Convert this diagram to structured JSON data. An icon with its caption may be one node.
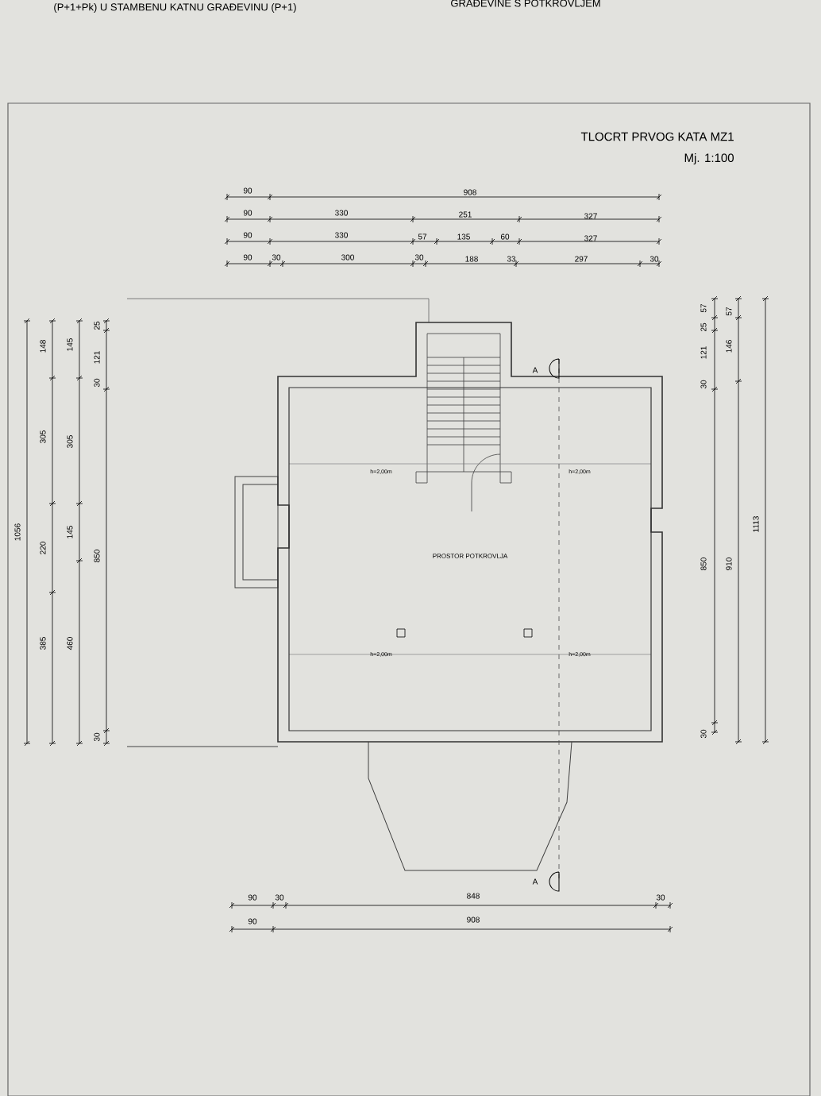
{
  "diagram": {
    "nodes": [
      {
        "text": [
          "PROSTOR POTKROVLJA"
        ]
      }
    ],
    "labels": [
      "(P+1+Pk) U STAMBENU KATNU GRAĐEVINU (P+1)",
      "GRAĐEVINE S POTKROVLJEM",
      "TLOCRT PRVOG KATA MZ1",
      "Mj. 1:100",
      "90",
      "908",
      "90",
      "330",
      "251",
      "327",
      "90",
      "330",
      "57",
      "135",
      "60",
      "327",
      "90",
      "30",
      "300",
      "30",
      "188",
      "33",
      "297",
      "30",
      "1056",
      "148",
      "305",
      "220",
      "385",
      "145",
      "305",
      "145",
      "460",
      "25",
      "121",
      "30",
      "850",
      "30",
      "57",
      "25",
      "121",
      "30",
      "850",
      "30",
      "57",
      "146",
      "910",
      "1113",
      "h=2,00m",
      "h=2,00m",
      "h=2,00m",
      "h=2,00m",
      "A",
      "A",
      "90",
      "30",
      "848",
      "30",
      "90",
      "908"
    ]
  }
}
